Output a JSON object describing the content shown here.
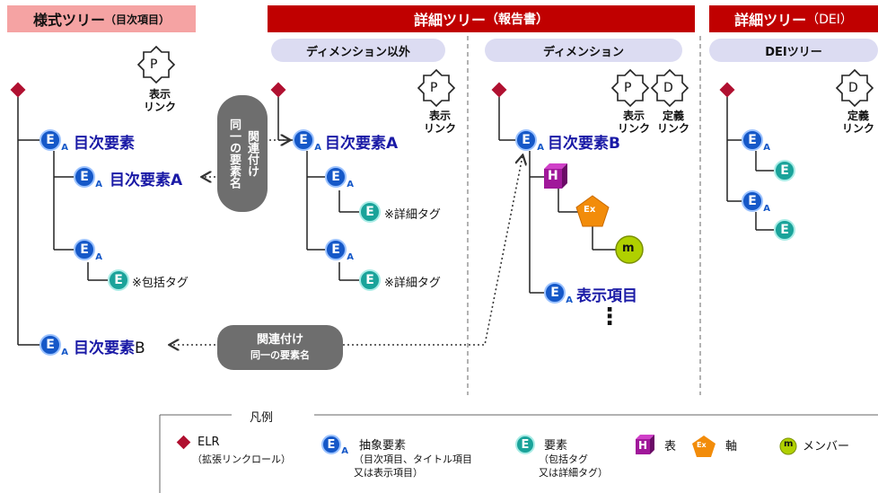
{
  "headers": {
    "style_tree": {
      "main": "様式ツリー",
      "sub": "（目次項目）"
    },
    "detail_tree": {
      "main": "詳細ツリー",
      "sub": "（報告書）"
    },
    "dei_tree": {
      "main": "詳細ツリー",
      "sub": "（DEI）"
    }
  },
  "sections": {
    "non_dimension": "ディメンション以外",
    "dimension": "ディメンション",
    "dei": "DEIツリー"
  },
  "link_labels": {
    "presentation": "表示\nリンク",
    "definition": "定義\nリンク"
  },
  "badges": {
    "P": "P",
    "D": "D",
    "E": "E",
    "A": "A",
    "H": "H",
    "Ex": "Ex",
    "m": "m"
  },
  "style_tree": {
    "toc_element": "目次要素",
    "toc_element_a": "目次要素A",
    "inclusive_tag": "※包括タグ",
    "toc_element_b": "目次要素",
    "toc_element_b_suffix": "B"
  },
  "detail_tree": {
    "toc_element_a": "目次要素A",
    "detail_tag_1": "※詳細タグ",
    "detail_tag_2": "※詳細タグ",
    "toc_element_b": "目次要素B",
    "display_item": "表示項目",
    "ellipsis": "⋮"
  },
  "connectors": {
    "association_vertical": "関連付け",
    "same_name_vertical": "同一の要素名",
    "association": "関連付け",
    "same_name": "同一の要素名"
  },
  "legend": {
    "title": "凡例",
    "elr": {
      "label": "ELR",
      "sub": "（拡張リンクロール）"
    },
    "abstract": {
      "label": "抽象要素",
      "sub": "（目次項目、タイトル項目\n又は表示項目）"
    },
    "element": {
      "label": "要素",
      "sub": "（包括タグ\n又は詳細タグ）"
    },
    "table": {
      "label": "表"
    },
    "axis": {
      "label": "軸"
    },
    "member": {
      "label": "メンバー"
    }
  },
  "colors": {
    "header_pink": "#f5a3a3",
    "header_red": "#c00000",
    "elr": "#b01030",
    "abstract": "#1558c8",
    "element": "#1aa39a",
    "table": "#a0189a",
    "axis": "#f28c0a",
    "member": "#b0d000",
    "pill": "#dcdcf2",
    "connector": "#6e6e6e"
  }
}
